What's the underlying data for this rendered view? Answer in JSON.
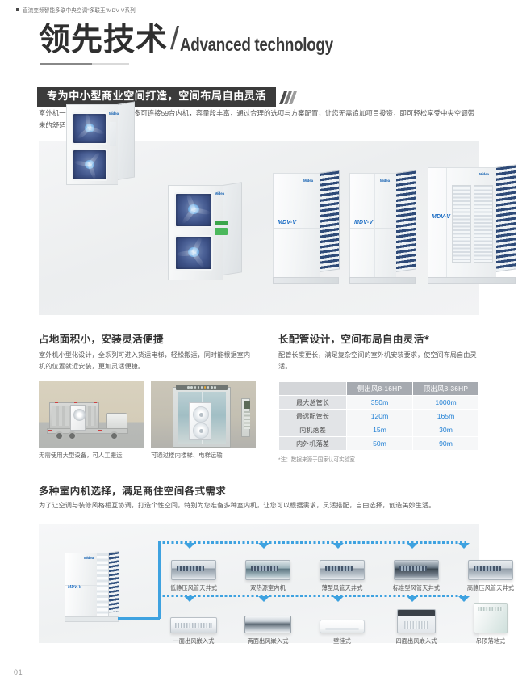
{
  "breadcrumb": {
    "text": "直流变频智能多联中央空调“多联王”MDV-V系列"
  },
  "hero_title": {
    "cn": "领先技术",
    "slash": "/",
    "en": "Advanced technology"
  },
  "section1": {
    "heading": "专为中小型商业空间打造，空间布局自由灵活",
    "body": "室外机一机多联，单台室外机最多可连接59台内机，容量段丰富，通过合理的选项与方案配置，让您无需追加项目投资，即可轻松享受中央空调带来的舒适与便利。",
    "products": [
      {
        "name": "MDV-V 小型双风扇室外机",
        "logo": "Midea"
      },
      {
        "name": "MDV-V 双风扇侧出风室外机",
        "logo": "Midea"
      },
      {
        "name": "MDV-V 顶出风模块机",
        "logo": "MDV-V"
      },
      {
        "name": "MDV-V 顶出风大容量机",
        "logo": "MDV-V"
      },
      {
        "name": "MDV-V 顶出风全热交换机",
        "logo": "MDV-V"
      }
    ]
  },
  "feature_left": {
    "title": "占地面积小，安装灵活便捷",
    "body": "室外机小型化设计，全系列可进入货运电梯，轻松搬运，同时能根据室内机的位置就近安装，更加灵活便捷。",
    "photos": [
      {
        "name": "truck-transport",
        "caption": "无需使用大型设备，可人工搬运"
      },
      {
        "name": "elevator-transport",
        "caption": "可通过楼内楼梯、电梯运输"
      }
    ]
  },
  "feature_right": {
    "title": "长配管设计，空间布局自由灵活*",
    "body": "配管长度更长，满足复杂空间的室外机安装要求，使空间布局自由灵活。",
    "note": "*注：数据来源于国家认可实验室",
    "table": {
      "headers": [
        "",
        "侧出风8-16HP",
        "顶出风8-36HP"
      ],
      "rows": [
        {
          "label": "最大总管长",
          "values": [
            "350m",
            "1000m"
          ]
        },
        {
          "label": "最远配管长",
          "values": [
            "120m",
            "165m"
          ]
        },
        {
          "label": "内机落差",
          "values": [
            "15m",
            "30m"
          ]
        },
        {
          "label": "内外机落差",
          "values": [
            "50m",
            "90m"
          ]
        }
      ]
    }
  },
  "section2": {
    "title": "多种室内机选择，满足商住空间各式需求",
    "body": "为了让空调与装修风格相互协调，打造个性空间，特别为您准备多种室内机，让您可以根据需求，灵活搭配，自由选择，创造美妙生活。",
    "outdoor_unit": "室外机",
    "indoor_units_row1": [
      "低静压风管天井式",
      "双热源室内机",
      "薄型风管天井式",
      "标准型风管天井式",
      "高静压风管天井式"
    ],
    "indoor_units_row2": [
      "一面出风嵌入式",
      "两面出风嵌入式",
      "壁挂式",
      "四面出风嵌入式",
      "吊顶落地式"
    ]
  },
  "page_number": "01",
  "colors": {
    "accent_blue": "#1f7fd4",
    "line_blue": "#3ea2e0",
    "dark_bar": "#3b3b3b",
    "table_header": "#a6aab0",
    "table_rowhead": "#e2e4e7"
  }
}
